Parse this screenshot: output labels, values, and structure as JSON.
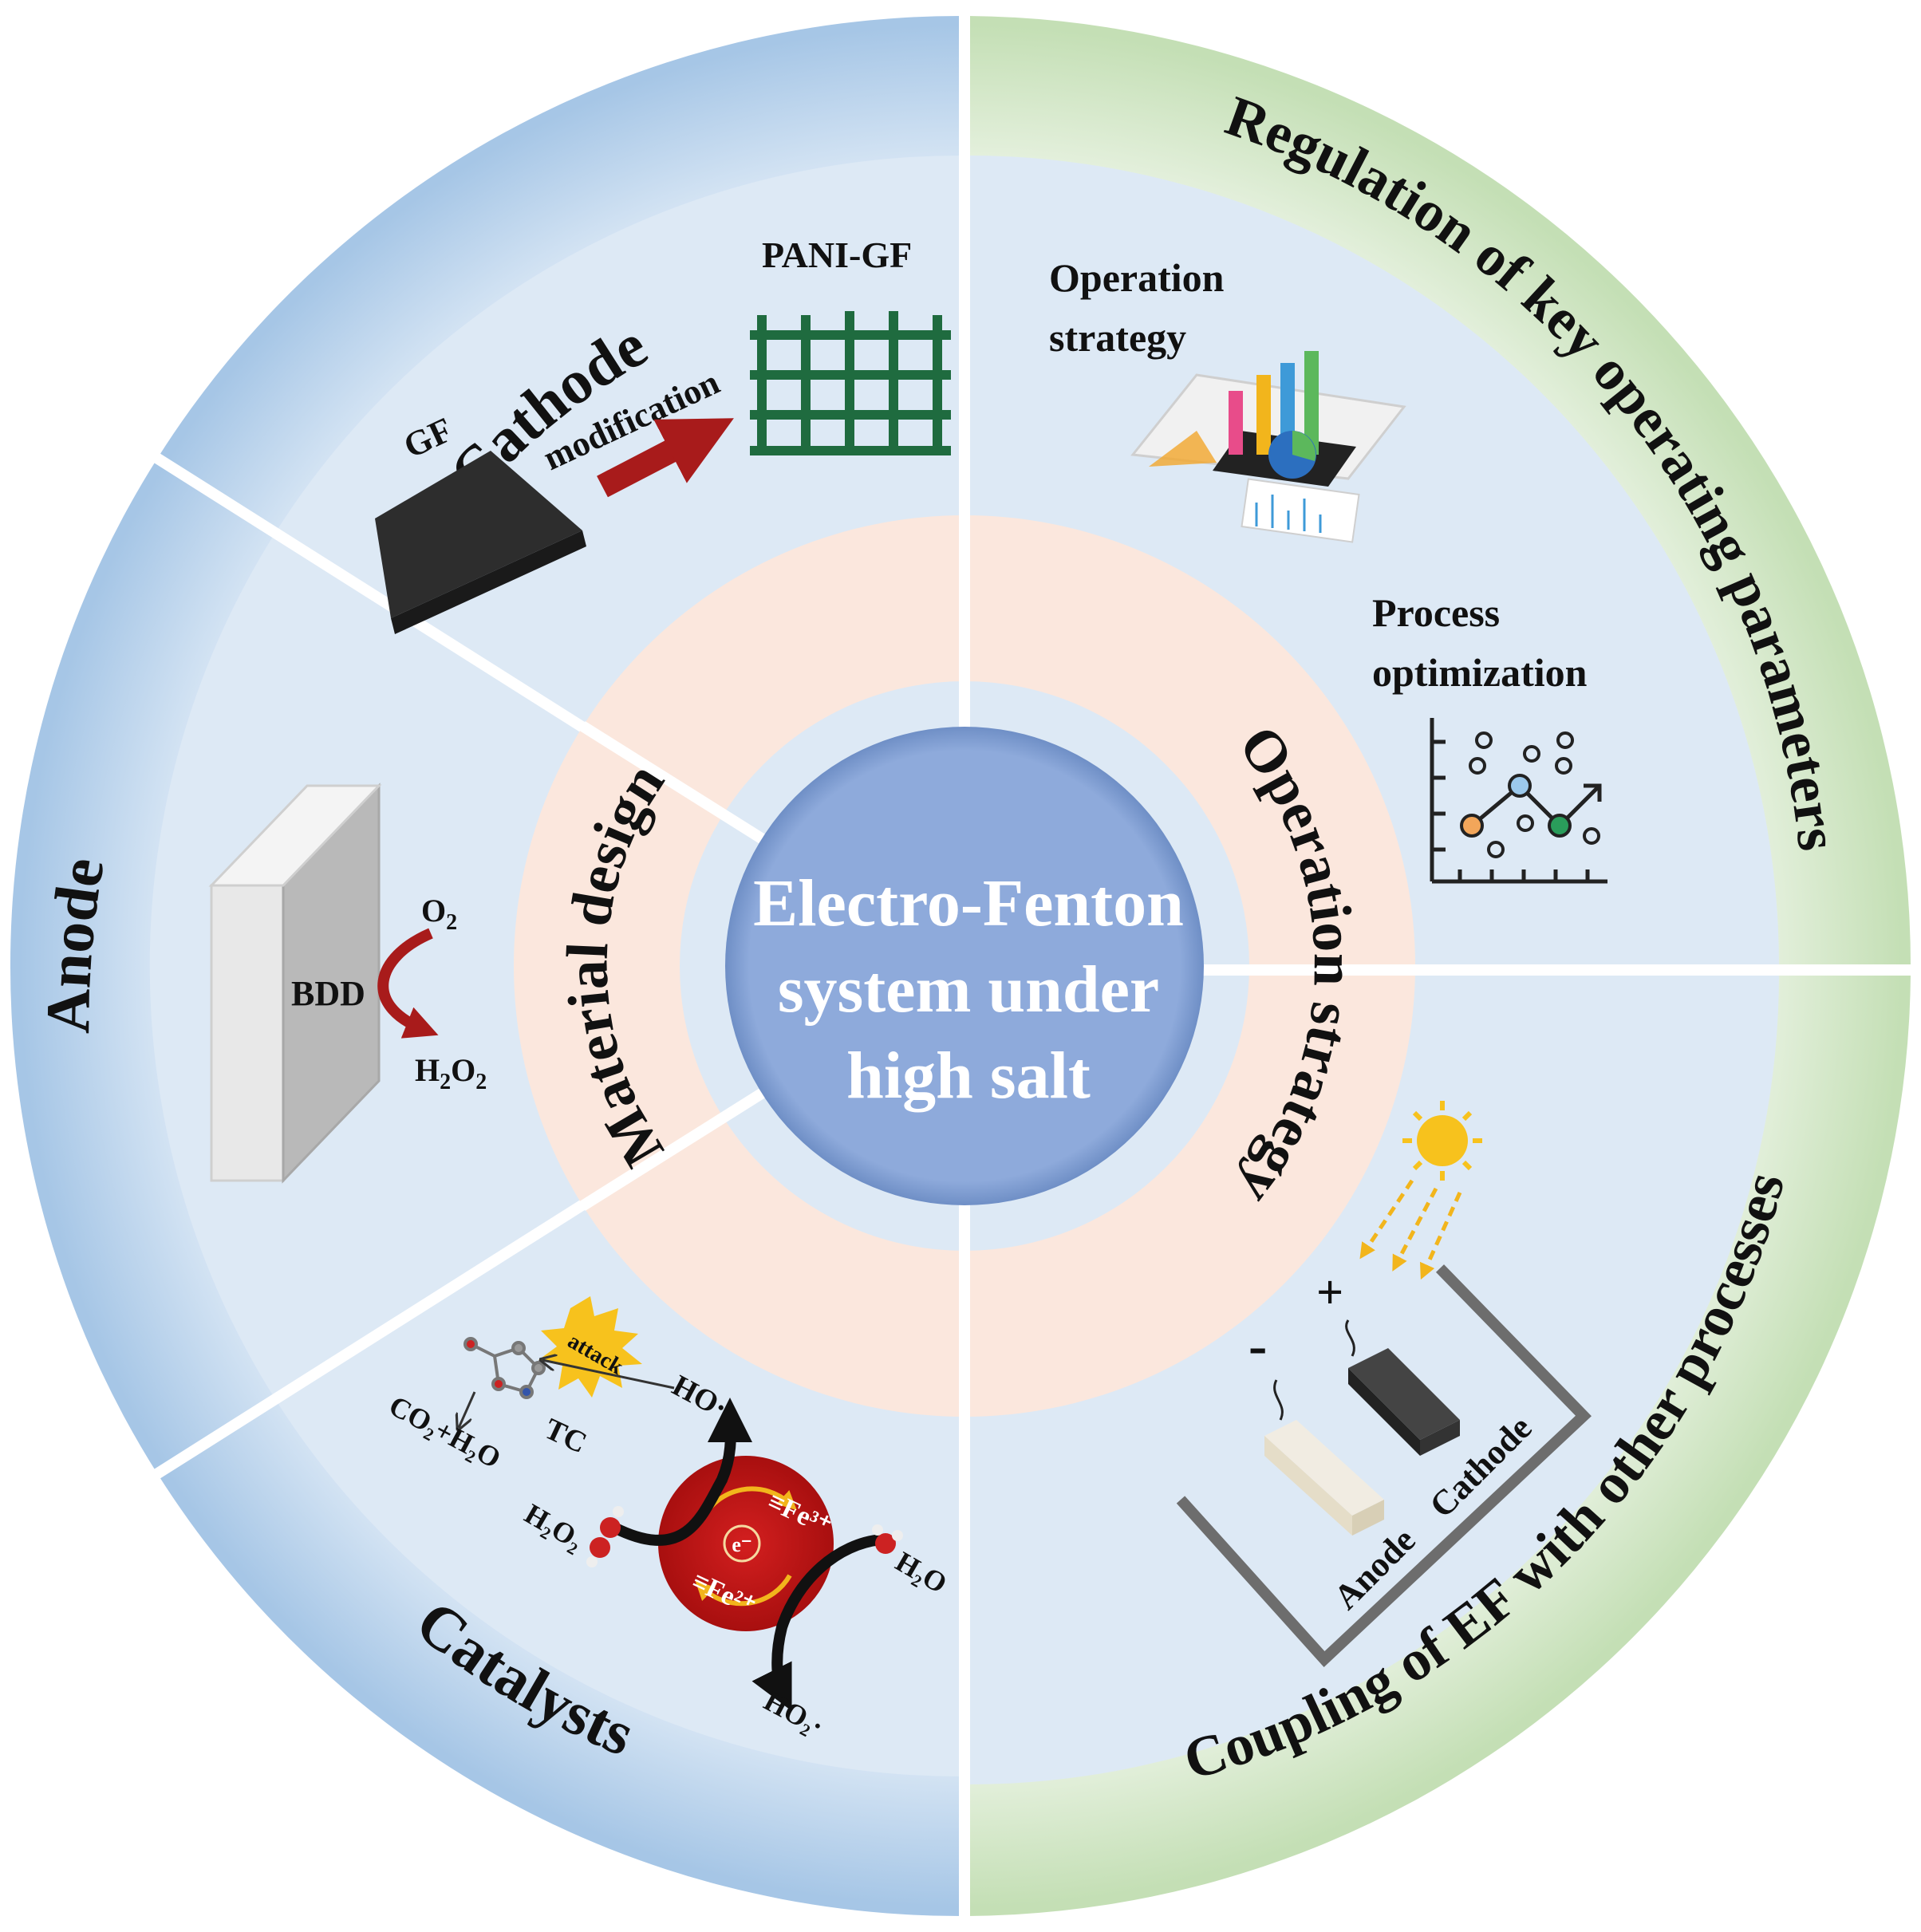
{
  "center": {
    "line1": "Electro-Fenton",
    "line2": "system under",
    "line3": "high salt"
  },
  "inner_ring": {
    "left": "Material design",
    "right": "Operation strategy"
  },
  "outer_ring": {
    "cathode": "Cathode",
    "anode": "Anode",
    "catalysts": "Catalysts",
    "regulation": "Regulation of key operating parameters",
    "coupling": "Coupling of EF with other processes"
  },
  "cathode_panel": {
    "gf": "GF",
    "arrow_label": "modification",
    "pani": "PANI-GF"
  },
  "anode_panel": {
    "electrode": "BDD",
    "o2": "O",
    "o2_sub": "2",
    "h2o2_a": "H",
    "h2o2_sub1": "2",
    "h2o2_b": "O",
    "h2o2_sub2": "2"
  },
  "catalyst_panel": {
    "attack": "attack",
    "ho": "HO·",
    "tc": "TC",
    "co2h2o": "CO₂+H₂O",
    "h2o2": "H₂O₂",
    "h2o": "H₂O",
    "ho2": "HO₂·",
    "fe3": "≡Fe³⁺",
    "fe2": "≡Fe²⁺",
    "electron": "e⁻"
  },
  "operation_panel": {
    "strategy_l1": "Operation",
    "strategy_l2": "strategy",
    "process_l1": "Process",
    "process_l2": "optimization"
  },
  "coupling_panel": {
    "anode": "Anode",
    "cathode": "Cathode",
    "plus": "+",
    "minus": "-"
  },
  "colors": {
    "blue_band": "#a9c8e6",
    "green_band": "#cfe4c4",
    "panel": "#dde9f5",
    "inner_ring": "#fbe7dd",
    "center": "#8eaadb",
    "red_arrow": "#a81b1b",
    "mesh": "#1f6b3f"
  }
}
